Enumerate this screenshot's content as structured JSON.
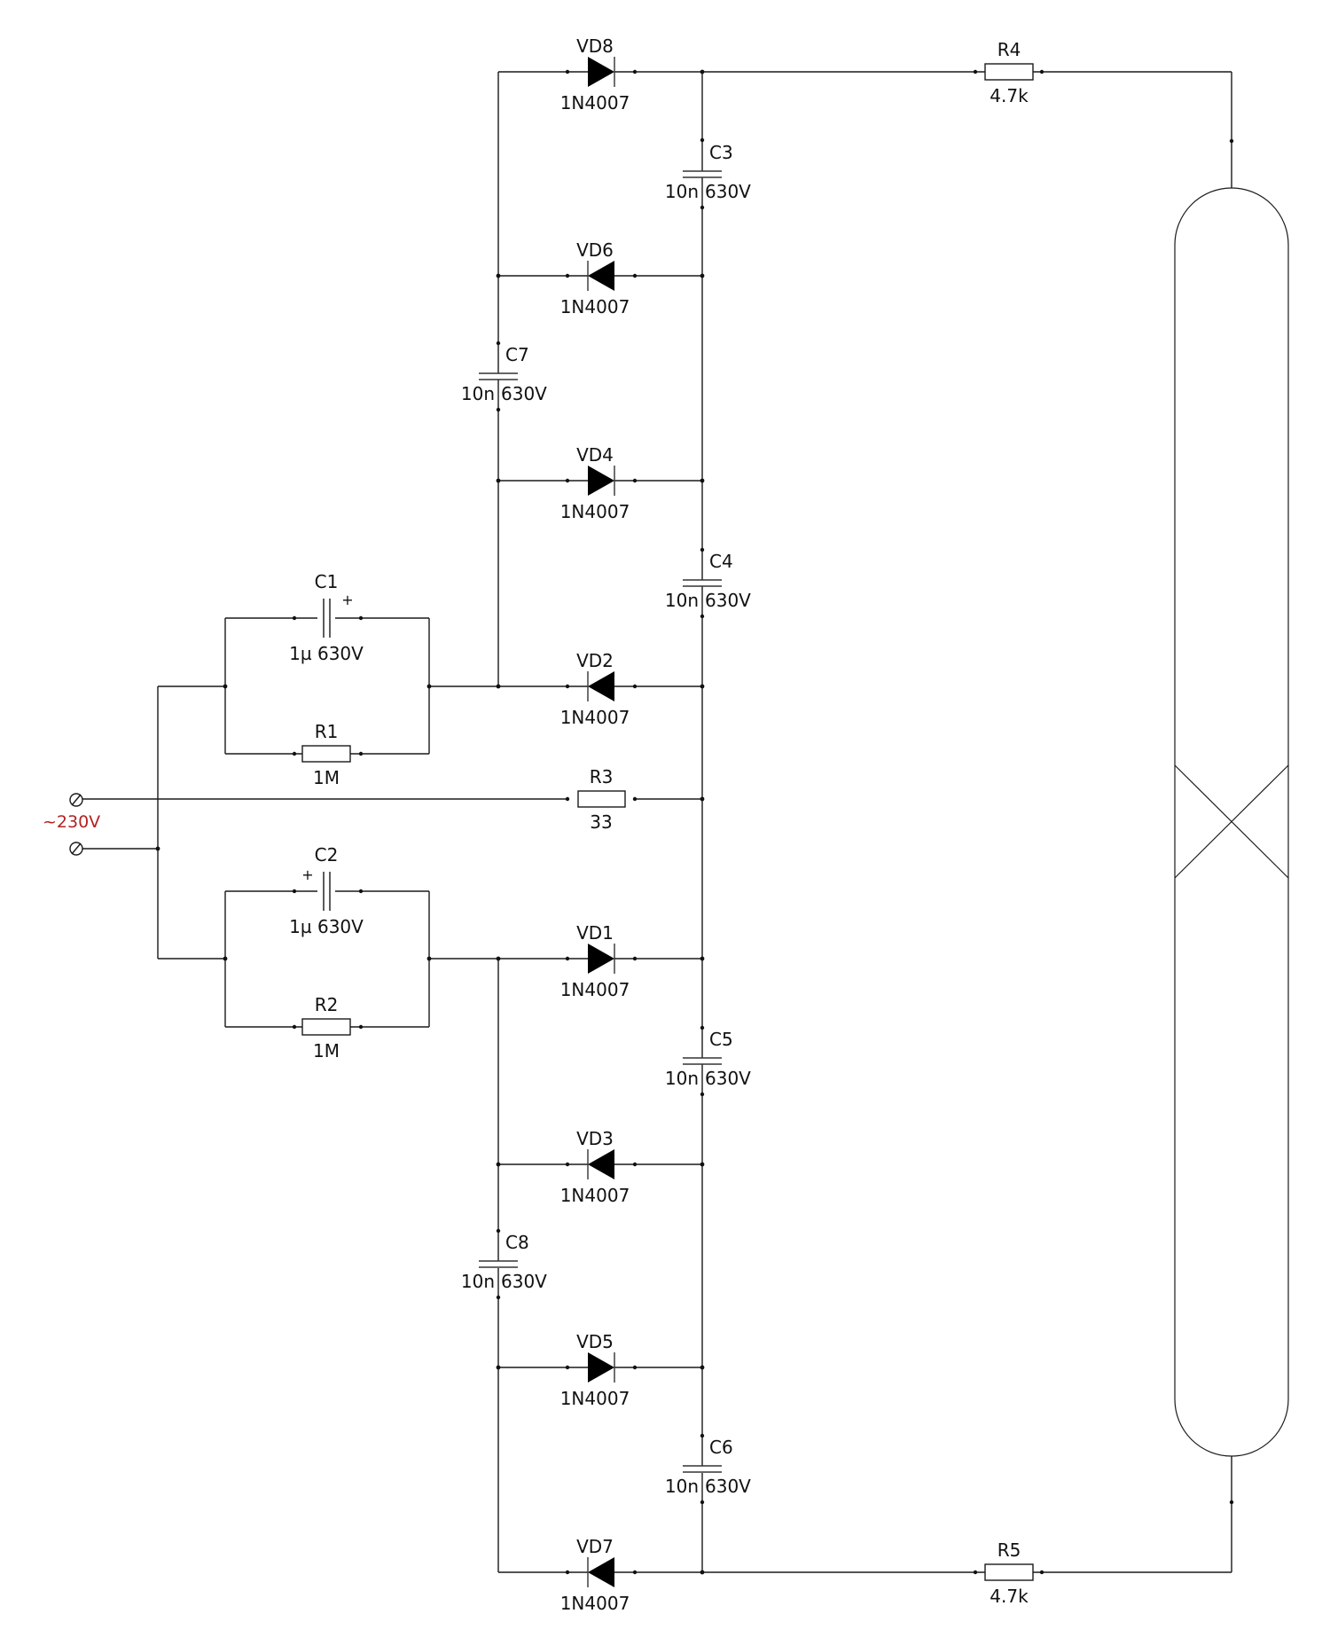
{
  "schematic": {
    "source": {
      "label": "~230V",
      "label_color": "#b22222"
    },
    "resistors": [
      {
        "ref": "R1",
        "value": "1M"
      },
      {
        "ref": "R2",
        "value": "1M"
      },
      {
        "ref": "R3",
        "value": "33"
      },
      {
        "ref": "R4",
        "value": "4.7k"
      },
      {
        "ref": "R5",
        "value": "4.7k"
      }
    ],
    "input_caps": [
      {
        "ref": "C1",
        "value": "1µ 630V",
        "polarity_mark": "+"
      },
      {
        "ref": "C2",
        "value": "1µ 630V",
        "polarity_mark": "+"
      }
    ],
    "multiplier_caps": [
      {
        "ref": "C3",
        "value_left": "10n",
        "value_right": "630V"
      },
      {
        "ref": "C4",
        "value_left": "10n",
        "value_right": "630V"
      },
      {
        "ref": "C5",
        "value_left": "10n",
        "value_right": "630V"
      },
      {
        "ref": "C6",
        "value_left": "10n",
        "value_right": "630V"
      },
      {
        "ref": "C7",
        "value_left": "10n",
        "value_right": "630V"
      },
      {
        "ref": "C8",
        "value_left": "10n",
        "value_right": "630V"
      }
    ],
    "diodes": [
      {
        "ref": "VD8",
        "part": "1N4007",
        "direction": "right"
      },
      {
        "ref": "VD6",
        "part": "1N4007",
        "direction": "left"
      },
      {
        "ref": "VD4",
        "part": "1N4007",
        "direction": "right"
      },
      {
        "ref": "VD2",
        "part": "1N4007",
        "direction": "left"
      },
      {
        "ref": "VD1",
        "part": "1N4007",
        "direction": "right"
      },
      {
        "ref": "VD3",
        "part": "1N4007",
        "direction": "left"
      },
      {
        "ref": "VD5",
        "part": "1N4007",
        "direction": "right"
      },
      {
        "ref": "VD7",
        "part": "1N4007",
        "direction": "left"
      }
    ],
    "lamp": {
      "type": "gas-discharge-tube"
    }
  }
}
